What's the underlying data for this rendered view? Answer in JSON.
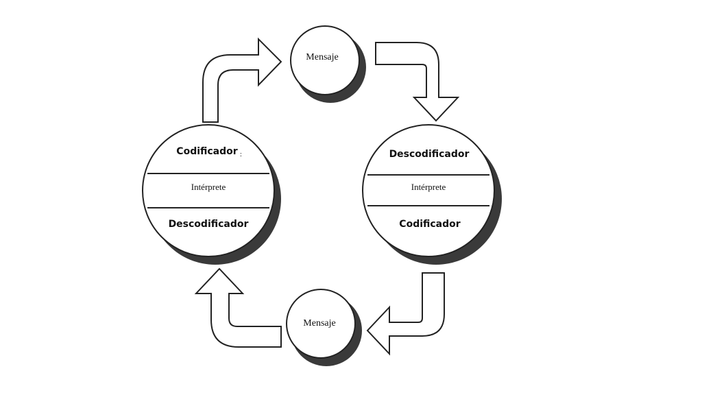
{
  "top_message": {
    "label": "Mensaje"
  },
  "bottom_message": {
    "label": "Mensaje"
  },
  "left_node": {
    "top_label": "Codificador",
    "top_mark": ":",
    "middle_label": "Intérprete",
    "bottom_label": "Descodificador"
  },
  "right_node": {
    "top_label": "Descodificador",
    "middle_label": "Intérprete",
    "bottom_label": "Codificador"
  },
  "colors": {
    "stroke": "#222222",
    "fill": "#ffffff",
    "shadow": "#3a3a3a"
  }
}
